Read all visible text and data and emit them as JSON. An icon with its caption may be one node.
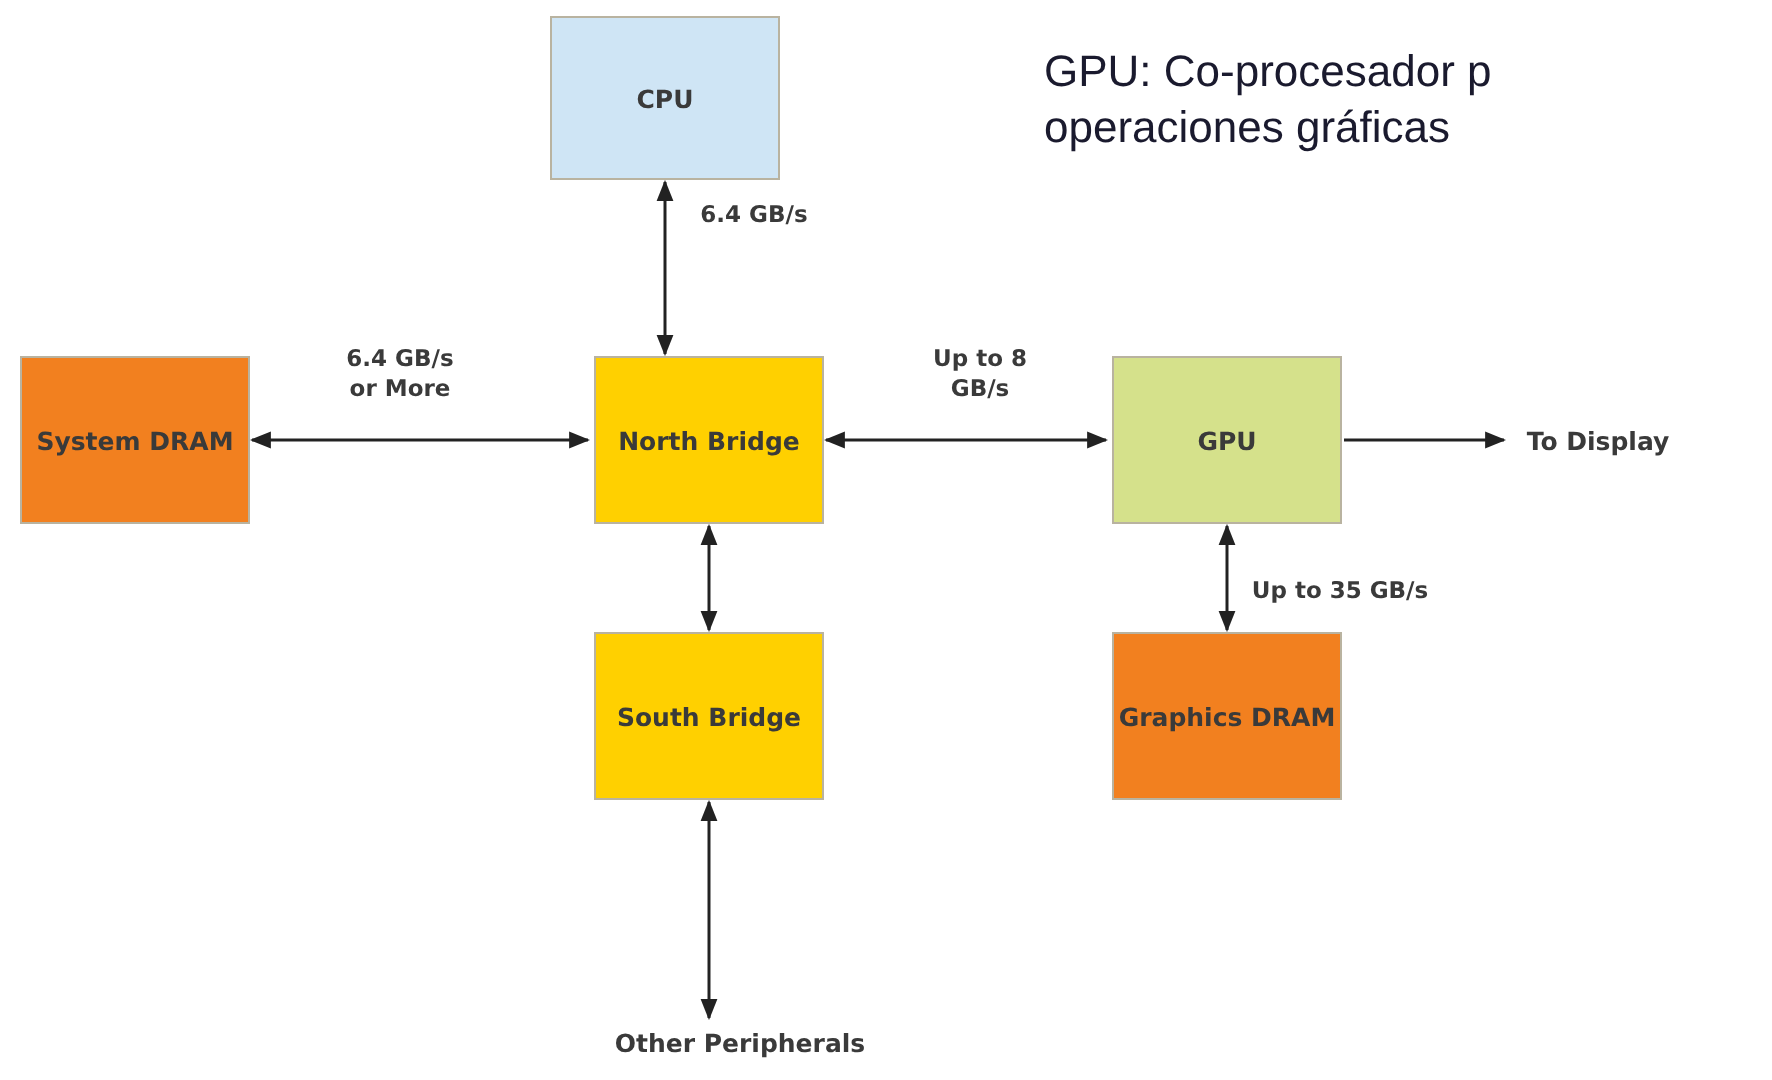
{
  "diagram": {
    "nodes": [
      {
        "text": [
          "CPU"
        ]
      },
      {
        "text": [
          "System DRAM"
        ]
      },
      {
        "text": [
          "North Bridge"
        ]
      },
      {
        "text": [
          "GPU"
        ]
      },
      {
        "text": [
          "To Display"
        ]
      },
      {
        "text": [
          "South Bridge"
        ]
      },
      {
        "text": [
          "Graphics DRAM"
        ]
      },
      {
        "text": [
          "Other Peripherals"
        ]
      }
    ],
    "edges": [
      {
        "from": 0,
        "to": 2,
        "arrow": "both",
        "label": "6.4 GB/s"
      },
      {
        "from": 1,
        "to": 2,
        "arrow": "both",
        "label": "6.4 GB/s or More"
      },
      {
        "from": 2,
        "to": 3,
        "arrow": "both",
        "label": "Up to 8 GB/s"
      },
      {
        "from": 3,
        "to": 4,
        "arrow": "to"
      },
      {
        "from": 3,
        "to": 6,
        "arrow": "both",
        "label": "Up to 35 GB/s"
      },
      {
        "from": 2,
        "to": 5,
        "arrow": "both"
      },
      {
        "from": 5,
        "to": 7,
        "arrow": "both"
      }
    ],
    "labels": [
      "GPU: Co-procesador p operaciones gráficas"
    ]
  }
}
